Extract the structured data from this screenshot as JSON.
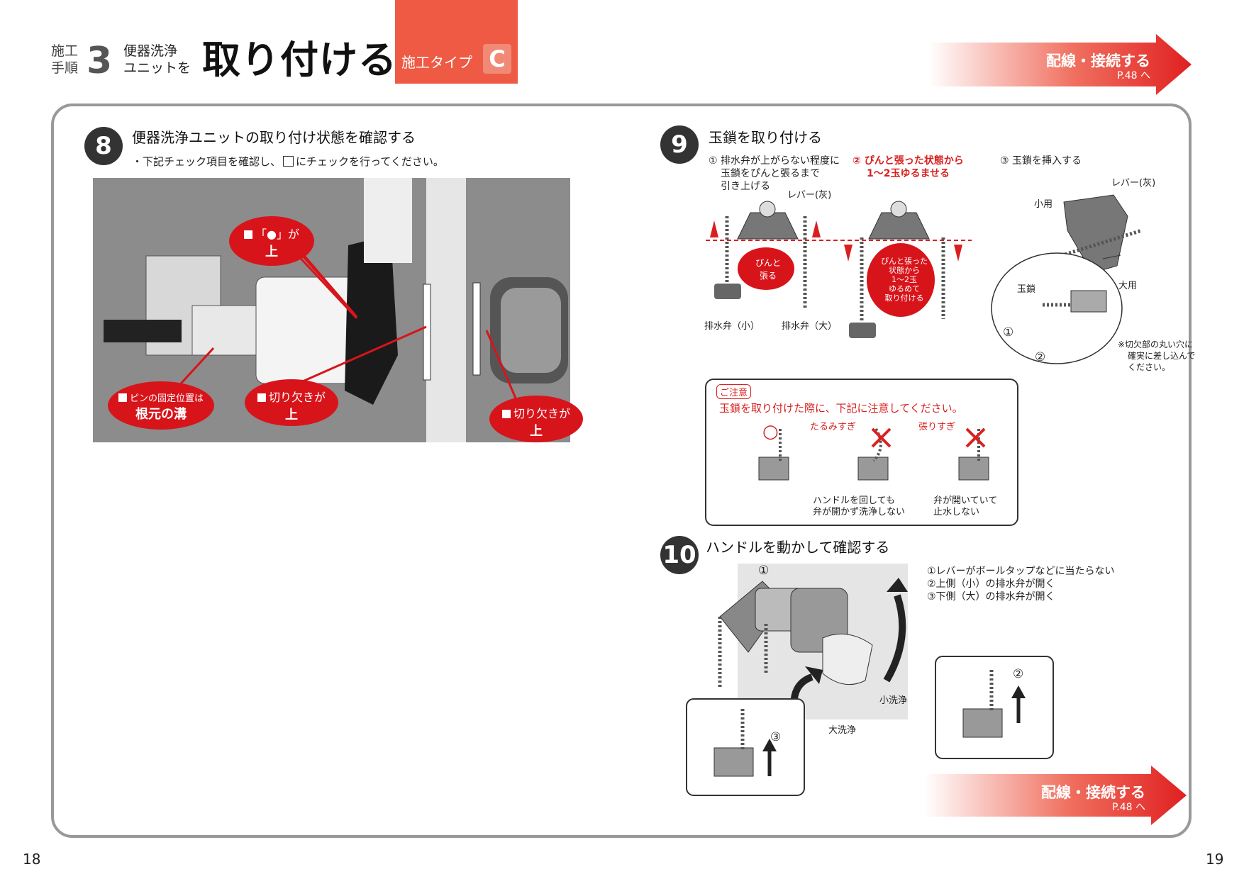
{
  "header": {
    "procedure_label_1": "施工",
    "procedure_label_2": "手順",
    "step_number": "3",
    "step_sub_1": "便器洗浄",
    "step_sub_2": "ユニットを",
    "title": "取り付ける",
    "type_label": "施工タイプ",
    "type_letter": "C"
  },
  "nav_top": {
    "label": "配線・接続する",
    "page": "P.48 へ"
  },
  "nav_bottom": {
    "label": "配線・接続する",
    "page": "P.48 へ"
  },
  "step8": {
    "number": "8",
    "title": "便器洗浄ユニットの取り付け状態を確認する",
    "instruction_pre": "・下記チェック項目を確認し、",
    "instruction_post": "にチェックを行ってください。",
    "bubbles": {
      "dot_up_1": "「●」が",
      "dot_up_2": "上",
      "pin_1": "ピンの固定位置は",
      "pin_2": "根元の溝",
      "notch_a_1": "切り欠きが",
      "notch_a_2": "上",
      "notch_b_1": "切り欠きが",
      "notch_b_2": "上"
    }
  },
  "step9": {
    "number": "9",
    "title": "玉鎖を取り付ける",
    "sub1_1": "① 排水弁が上がらない程度に",
    "sub1_2": "玉鎖をぴんと張るまで",
    "sub1_3": "引き上げる",
    "sub2_1": "② ぴんと張った状態から",
    "sub2_2": "1～2玉ゆるませる",
    "sub3": "③ 玉鎖を挿入する",
    "lever": "レバー(灰)",
    "bubble_a_1": "ぴんと",
    "bubble_a_2": "張る",
    "bubble_b_1": "ぴんと張った",
    "bubble_b_2": "状態から",
    "bubble_b_3": "1～2玉",
    "bubble_b_4": "ゆるめて",
    "bubble_b_5": "取り付ける",
    "valve_small": "排水弁（小）",
    "valve_large": "排水弁（大）",
    "lever_right": "レバー(灰)",
    "small_use": "小用",
    "large_use": "大用",
    "ball_chain": "玉鎖",
    "circ1": "①",
    "circ2": "②",
    "note_1": "※切欠部の丸い穴に",
    "note_2": "確実に差し込んで",
    "note_3": "ください。"
  },
  "caution": {
    "tag": "ご注意",
    "text": "玉鎖を取り付けた際に、下記に注意してください。",
    "ok_mark": "○",
    "slack_label": "たるみすぎ",
    "tight_label": "張りすぎ",
    "slack_desc_1": "ハンドルを回しても",
    "slack_desc_2": "弁が開かず洗浄しない",
    "tight_desc_1": "弁が開いていて",
    "tight_desc_2": "止水しない"
  },
  "step10": {
    "number": "10",
    "title": "ハンドルを動かして確認する",
    "check1": "①レバーがボールタップなどに当たらない",
    "check2": "②上側（小）の排水弁が開く",
    "check3": "③下側（大）の排水弁が開く",
    "small_flush": "小洗浄",
    "large_flush": "大洗浄",
    "circ1": "①",
    "circ2": "②",
    "circ3": "③"
  },
  "page_left": "18",
  "page_right": "19",
  "colors": {
    "accent_red": "#d8141b",
    "header_red": "#ee5a44",
    "frame_gray": "#999999"
  }
}
